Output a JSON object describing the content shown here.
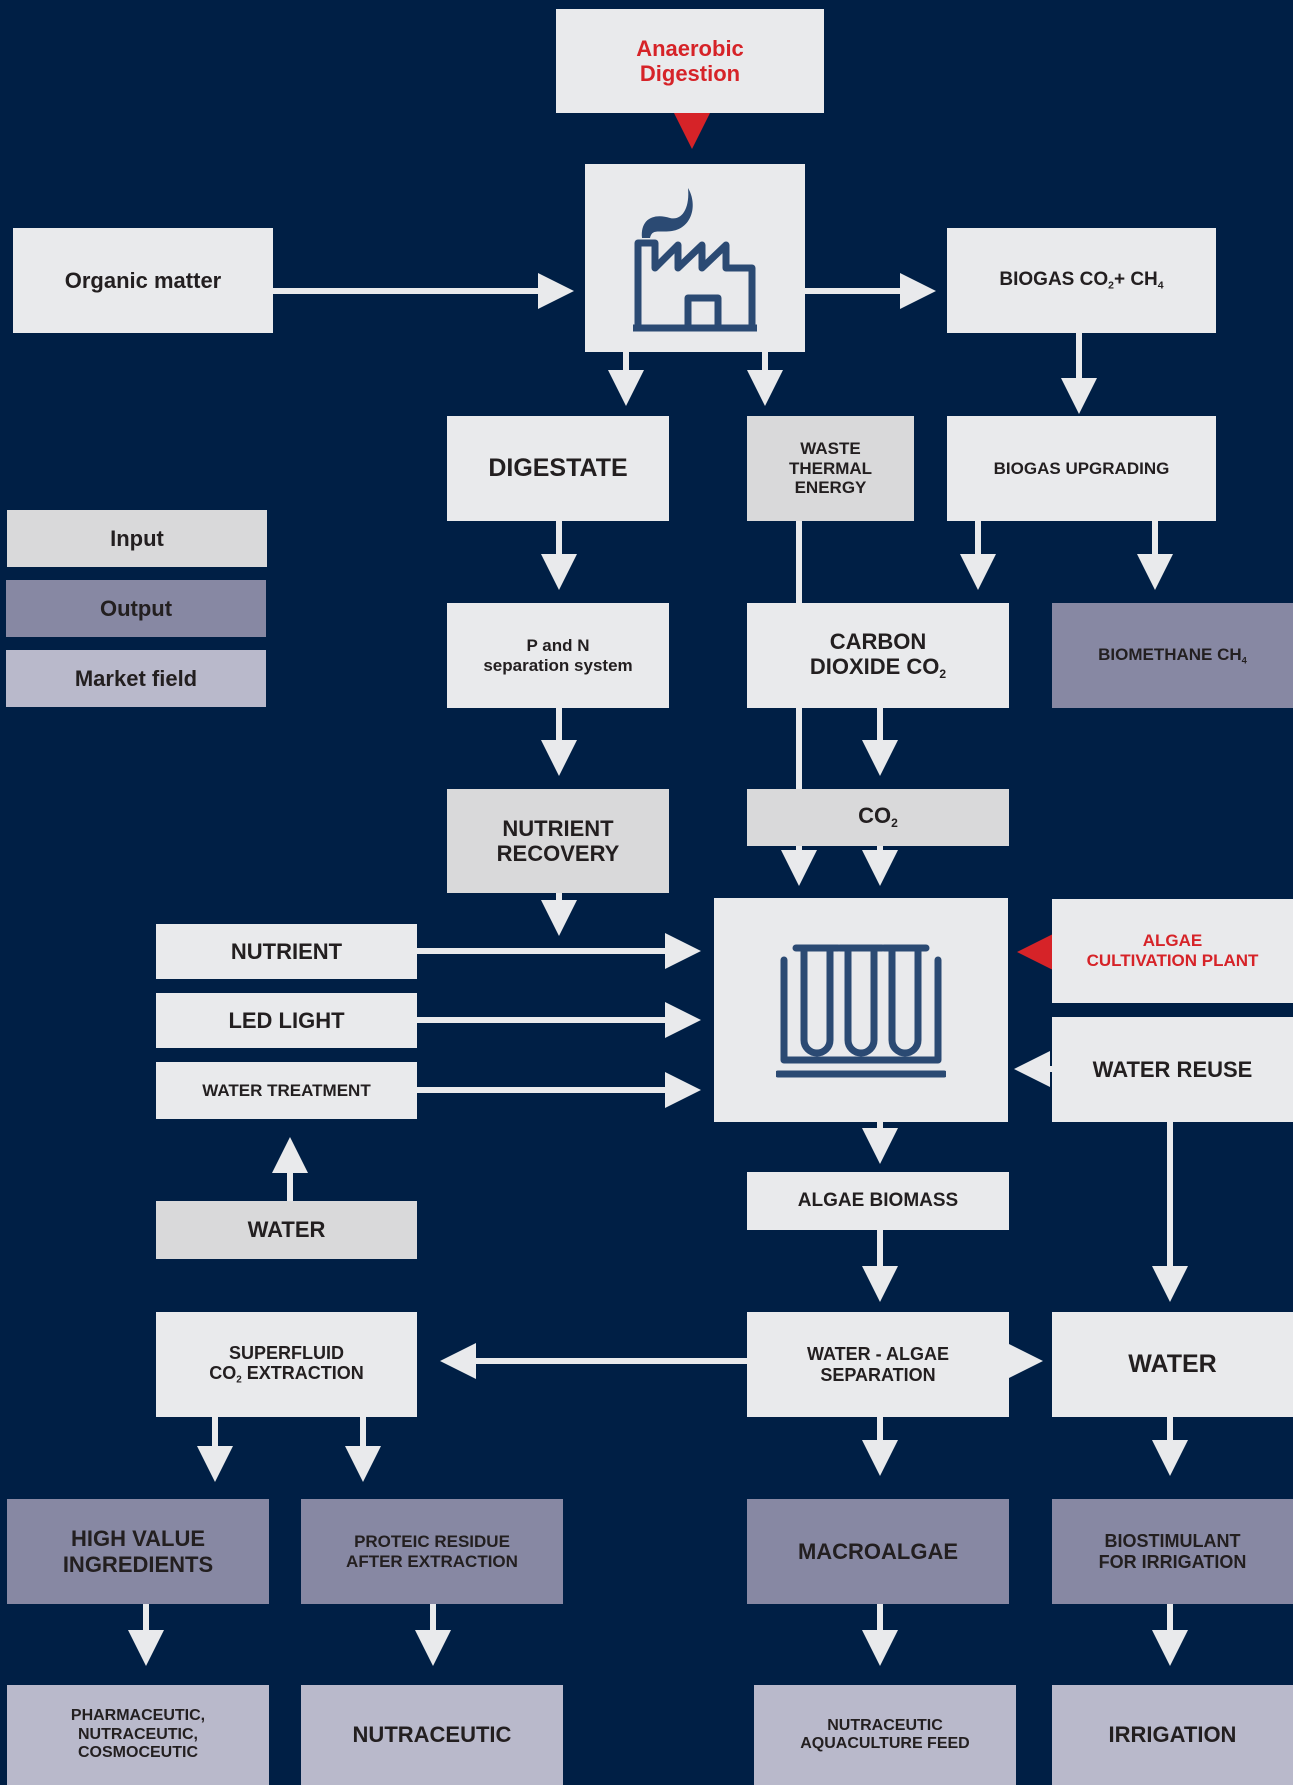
{
  "colors": {
    "background": "#001f45",
    "input": "#e9eaec",
    "output": "#8788a3",
    "market_field": "#b9b9cb",
    "accent_red": "#d62328",
    "arrow": "#e9eaec",
    "icon": "#2b4a73"
  },
  "icons": {
    "digester": "factory-icon",
    "algae_plant": "test-tubes-icon"
  },
  "nodes": {
    "anaerobic_digestion": "Anaerobic\nDigestion",
    "organic_matter": "Organic matter",
    "biogas": {
      "text": "BIOGAS CO",
      "sub1": "2",
      "mid": "+ CH",
      "sub2": "4"
    },
    "digestate": "DIGESTATE",
    "waste_thermal_energy": "WASTE\nTHERMAL\nENERGY",
    "biogas_upgrading": "BIOGAS UPGRADING",
    "p_and_n": "P and N\nseparation system",
    "carbon_dioxide": {
      "text": "CARBON\nDIOXIDE CO",
      "sub": "2"
    },
    "biomethane": {
      "text": "BIOMETHANE CH",
      "sub": "4"
    },
    "nutrient_recovery": "NUTRIENT\nRECOVERY",
    "co2": {
      "text": "CO",
      "sub": "2"
    },
    "nutrient": "NUTRIENT",
    "led_light": "LED LIGHT",
    "water_treatment": "WATER TREATMENT",
    "algae_cultivation_plant": "ALGAE\nCULTIVATION PLANT",
    "water_reuse": "WATER REUSE",
    "water_in": "WATER",
    "algae_biomass": "ALGAE BIOMASS",
    "superfluid": {
      "line1": "SUPERFLUID",
      "pre": "CO",
      "sub": "2",
      "post": " EXTRACTION"
    },
    "water_algae_separation": "WATER - ALGAE\nSEPARATION",
    "water_out": "WATER",
    "high_value_ingredients": "HIGH VALUE\nINGREDIENTS",
    "proteic_residue": "PROTEIC RESIDUE\nAFTER EXTRACTION",
    "macroalgae": "MACROALGAE",
    "biostimulant": "BIOSTIMULANT\nFOR IRRIGATION",
    "pharmaceutic": "PHARMACEUTIC,\nNUTRACEUTIC,\nCOSMOCEUTIC",
    "nutraceutic": "NUTRACEUTIC",
    "nutraceutic_aquaculture": "NUTRACEUTIC\nAQUACULTURE FEED",
    "irrigation": "IRRIGATION"
  },
  "legend": {
    "input": "Input",
    "output": "Output",
    "market_field": "Market field"
  }
}
